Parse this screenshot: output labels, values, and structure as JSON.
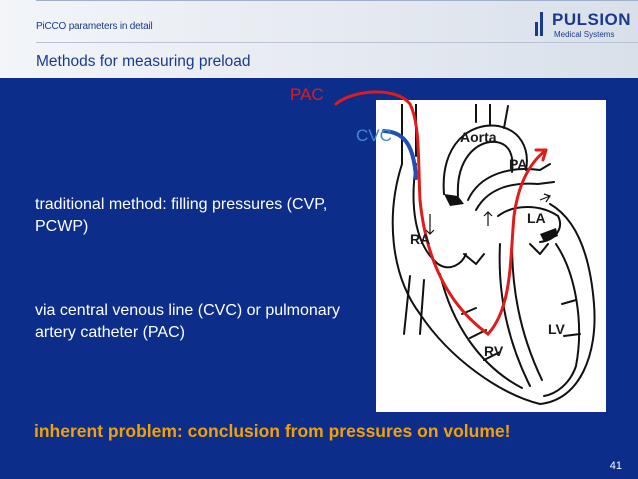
{
  "slide": {
    "pre_title": "PiCCO parameters in detail",
    "title": "Methods for measuring preload",
    "body": [
      "traditional method: filling pressures (CVP, PCWP)",
      "via central venous line (CVC) or pulmonary artery catheter (PAC)"
    ],
    "emphasis": "inherent problem: conclusion from pressures on volume!",
    "page_number": "41"
  },
  "logo": {
    "name": "PULSION",
    "subtitle": "Medical Systems"
  },
  "diagram": {
    "catheter_labels": {
      "pac": "PAC",
      "cvc": "CVC"
    },
    "heart_labels": {
      "aorta": "Aorta",
      "pa": "PA",
      "la": "LA",
      "ra": "RA",
      "lv": "LV",
      "rv": "RV"
    }
  },
  "colors": {
    "background": "#0c2e8a",
    "title_text": "#1a3b8c",
    "emphasis_text": "#f2a007",
    "pac_catheter": "#e01b1b",
    "cvc_catheter": "#1f4fb0",
    "cvc_label": "#3f8ad6"
  }
}
